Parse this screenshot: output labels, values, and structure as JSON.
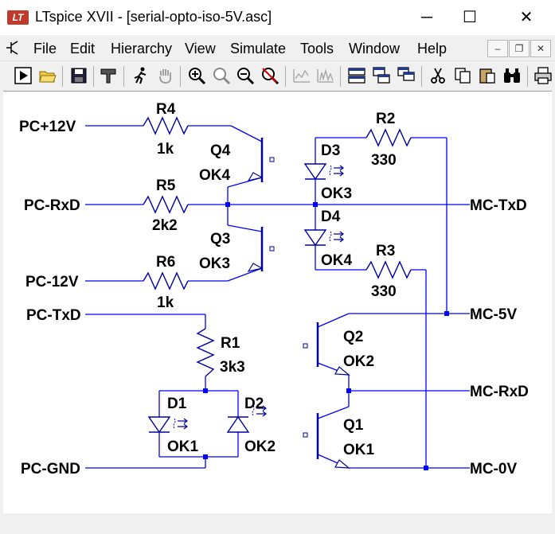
{
  "window": {
    "title": "LTspice XVII - [serial-opto-iso-5V.asc]",
    "icon": "ltspice-logo-icon",
    "controls": {
      "minimize": "─",
      "maximize": "☐",
      "close": "✕"
    }
  },
  "menu": {
    "items": [
      "File",
      "Edit",
      "Hierarchy",
      "View",
      "Simulate",
      "Tools",
      "Window",
      "Help"
    ],
    "mdi": {
      "minimize": "–",
      "restore": "❐",
      "close": "✕"
    }
  },
  "toolbar": {
    "icons": [
      "run-icon",
      "open-icon",
      "save-icon",
      "control-panel-icon",
      "run-walk-icon",
      "pan-hand-icon",
      "zoom-in-icon",
      "zoom-out-area-icon",
      "zoom-out-icon",
      "zoom-cancel-icon",
      "autorange-icon",
      "fft-icon",
      "tile-horizontal-icon",
      "cascade-icon",
      "tile-vertical-icon",
      "cut-icon",
      "copy-icon",
      "paste-icon",
      "find-icon",
      "print-icon"
    ]
  },
  "schematic": {
    "colors": {
      "wire": "#0000ff",
      "symbol": "#0000a0",
      "text": "#000000"
    },
    "net_labels": {
      "pc_12v_pos": "PC+12V",
      "pc_rxd": "PC-RxD",
      "pc_12v_neg": "PC-12V",
      "pc_txd": "PC-TxD",
      "pc_gnd": "PC-GND",
      "mc_txd": "MC-TxD",
      "mc_5v": "MC-5V",
      "mc_rxd": "MC-RxD",
      "mc_0v": "MC-0V"
    },
    "components": {
      "R4": {
        "name": "R4",
        "value": "1k"
      },
      "R5": {
        "name": "R5",
        "value": "2k2"
      },
      "R6": {
        "name": "R6",
        "value": "1k"
      },
      "R1": {
        "name": "R1",
        "value": "3k3"
      },
      "R2": {
        "name": "R2",
        "value": "330"
      },
      "R3": {
        "name": "R3",
        "value": "330"
      },
      "Q4": {
        "name": "Q4",
        "value": "OK4"
      },
      "Q3": {
        "name": "Q3",
        "value": "OK3"
      },
      "Q2": {
        "name": "Q2",
        "value": "OK2"
      },
      "Q1": {
        "name": "Q1",
        "value": "OK1"
      },
      "D3": {
        "name": "D3",
        "value": "OK3"
      },
      "D4": {
        "name": "D4",
        "value": "OK4"
      },
      "D1": {
        "name": "D1",
        "value": "OK1"
      },
      "D2": {
        "name": "D2",
        "value": "OK2"
      }
    }
  }
}
